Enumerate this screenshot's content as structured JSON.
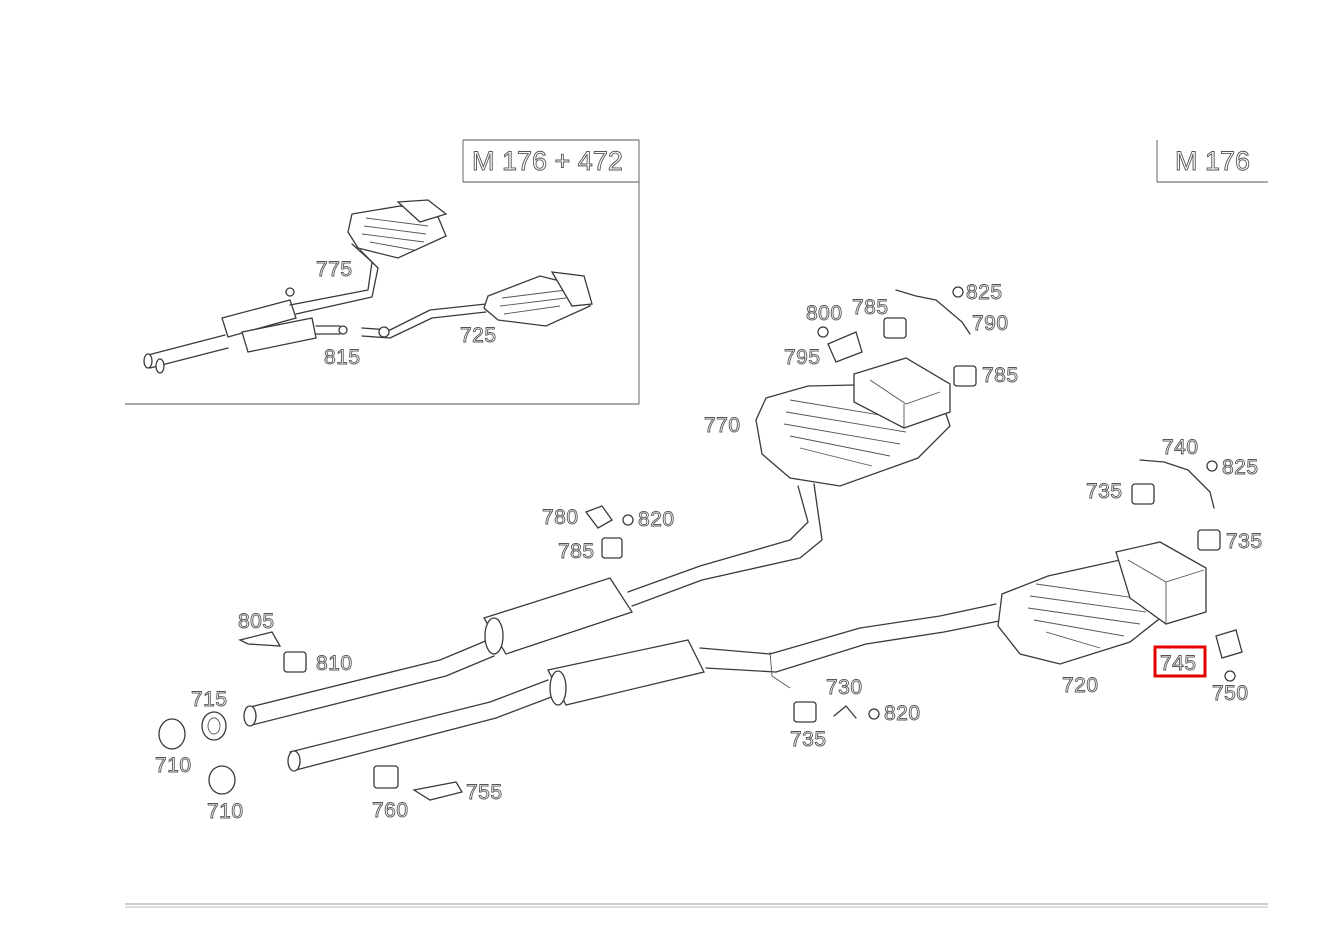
{
  "variants": {
    "inset": "M 176 + 472",
    "main": "M 176"
  },
  "callouts": {
    "inset_775": "775",
    "inset_725": "725",
    "inset_815": "815",
    "p800": "800",
    "p785_top": "785",
    "p825_top": "825",
    "p790": "790",
    "p795": "795",
    "p785_right": "785",
    "p770": "770",
    "p740": "740",
    "p825_right": "825",
    "p735_top": "735",
    "p735_right": "735",
    "p780": "780",
    "p820_mid": "820",
    "p785_mid": "785",
    "p805": "805",
    "p810": "810",
    "p715": "715",
    "p710_a": "710",
    "p710_b": "710",
    "p720": "720",
    "p745": "745",
    "p750": "750",
    "p730": "730",
    "p820_low": "820",
    "p735_low": "735",
    "p755": "755",
    "p760": "760"
  },
  "highlight_color": "#e60000"
}
